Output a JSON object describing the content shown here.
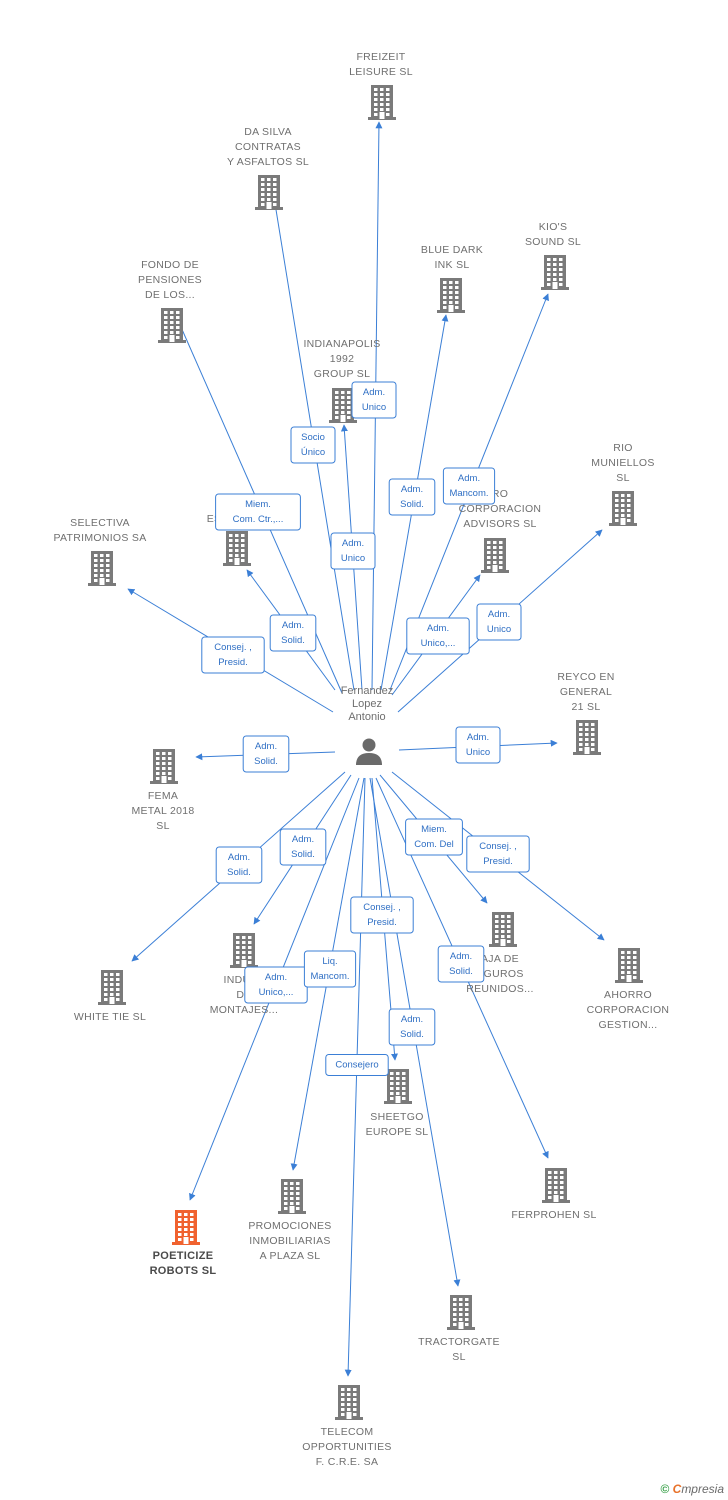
{
  "center": {
    "label": [
      "Fernandez",
      "Lopez",
      "Antonio"
    ],
    "icon": "person-icon"
  },
  "colors": {
    "edge": "#3b7fd6",
    "building": "#7a7a7a",
    "highlight": "#f0622f",
    "text": "#6f6f6f"
  },
  "companies": [
    {
      "id": "freizeit",
      "lines": [
        "FREIZEIT",
        "LEISURE SL"
      ],
      "highlight": false
    },
    {
      "id": "dasilva",
      "lines": [
        "DA SILVA",
        "CONTRATAS",
        "Y ASFALTOS SL"
      ],
      "highlight": false
    },
    {
      "id": "fondo",
      "lines": [
        "FONDO DE",
        "PENSIONES",
        "DE LOS..."
      ],
      "highlight": false
    },
    {
      "id": "indianapolis",
      "lines": [
        "INDIANAPOLIS",
        "1992",
        "GROUP SL"
      ],
      "highlight": false
    },
    {
      "id": "bluedark",
      "lines": [
        "BLUE DARK",
        "INK SL"
      ],
      "highlight": false
    },
    {
      "id": "kios",
      "lines": [
        "KIO'S",
        "SOUND SL"
      ],
      "highlight": false
    },
    {
      "id": "rio",
      "lines": [
        "RIO",
        "MUNIELLOS",
        "SL"
      ],
      "highlight": false
    },
    {
      "id": "ahorrocorp",
      "lines": [
        "RO",
        "CORPORACION",
        "ADVISORS SL"
      ],
      "highlight": false
    },
    {
      "id": "esc",
      "lines": [
        "ESC"
      ],
      "highlight": false
    },
    {
      "id": "selectiva",
      "lines": [
        "SELECTIVA",
        "PATRIMONIOS SA"
      ],
      "highlight": false
    },
    {
      "id": "reyco",
      "lines": [
        "REYCO EN",
        "GENERAL",
        "21 SL"
      ],
      "highlight": false
    },
    {
      "id": "fema",
      "lines": [
        "FEMA",
        "METAL 2018",
        "SL"
      ],
      "highlight": false
    },
    {
      "id": "whitetie",
      "lines": [
        "WHITE TIE SL"
      ],
      "highlight": false
    },
    {
      "id": "indust",
      "lines": [
        "INDUST",
        "DE",
        "MONTAJES..."
      ],
      "highlight": false
    },
    {
      "id": "caja",
      "lines": [
        "AJA DE",
        "EGUROS",
        "REUNIDOS..."
      ],
      "highlight": false
    },
    {
      "id": "ahorrogestion",
      "lines": [
        "AHORRO",
        "CORPORACION",
        "GESTION..."
      ],
      "highlight": false
    },
    {
      "id": "sheetgo",
      "lines": [
        "SHEETGO",
        "EUROPE SL"
      ],
      "highlight": false
    },
    {
      "id": "ferprohen",
      "lines": [
        "FERPROHEN SL"
      ],
      "highlight": false
    },
    {
      "id": "poeticize",
      "lines": [
        "POETICIZE",
        "ROBOTS SL"
      ],
      "highlight": true
    },
    {
      "id": "promociones",
      "lines": [
        "PROMOCIONES",
        "INMOBILIARIAS",
        "A PLAZA SL"
      ],
      "highlight": false
    },
    {
      "id": "tractorgate",
      "lines": [
        "TRACTORGATE",
        "SL"
      ],
      "highlight": false
    },
    {
      "id": "telecom",
      "lines": [
        "TELECOM",
        "OPPORTUNITIES",
        "F. C.R.E. SA"
      ],
      "highlight": false
    }
  ],
  "relations": [
    {
      "to": "freizeit",
      "label": [
        "Adm.",
        "Unico"
      ]
    },
    {
      "to": "dasilva",
      "label": [
        "Socio",
        "Único"
      ]
    },
    {
      "to": "fondo",
      "label": [
        "Miem.",
        "Com. Ctr.,..."
      ]
    },
    {
      "to": "indianapolis",
      "label": [
        "Adm.",
        "Unico"
      ]
    },
    {
      "to": "bluedark",
      "label": [
        "Adm.",
        "Solid."
      ]
    },
    {
      "to": "kios",
      "label": [
        "Adm.",
        "Mancom."
      ]
    },
    {
      "to": "rio",
      "label": [
        "Adm.",
        "Unico"
      ]
    },
    {
      "to": "ahorrocorp",
      "label": [
        "Adm.",
        "Unico,..."
      ]
    },
    {
      "to": "esc",
      "label": [
        "Adm.",
        "Solid."
      ]
    },
    {
      "to": "selectiva",
      "label": [
        "Consej. ,",
        "Presid."
      ]
    },
    {
      "to": "reyco",
      "label": [
        "Adm.",
        "Unico"
      ]
    },
    {
      "to": "fema",
      "label": [
        "Adm.",
        "Solid."
      ]
    },
    {
      "to": "whitetie",
      "label": [
        "Adm.",
        "Solid."
      ]
    },
    {
      "to": "indust",
      "label": [
        "Adm.",
        "Solid."
      ]
    },
    {
      "to": "caja",
      "label": [
        "Miem.",
        "Com. Del"
      ]
    },
    {
      "to": "ahorrogestion",
      "label": [
        "Consej. ,",
        "Presid."
      ]
    },
    {
      "to": "sheetgo",
      "label": [
        "Adm.",
        "Solid."
      ]
    },
    {
      "to": "ferprohen",
      "label": [
        "Adm.",
        "Solid."
      ]
    },
    {
      "to": "poeticize",
      "label": [
        "Adm.",
        "Unico,..."
      ]
    },
    {
      "to": "promociones",
      "label": [
        "Liq.",
        "Mancom."
      ]
    },
    {
      "to": "tractorgate",
      "label": [
        "Consej. ,",
        "Presid."
      ]
    },
    {
      "to": "telecom",
      "label": [
        "Consejero"
      ]
    }
  ],
  "footer": {
    "copyright": "©",
    "brand_first": "C",
    "brand_rest": "mpresia"
  }
}
